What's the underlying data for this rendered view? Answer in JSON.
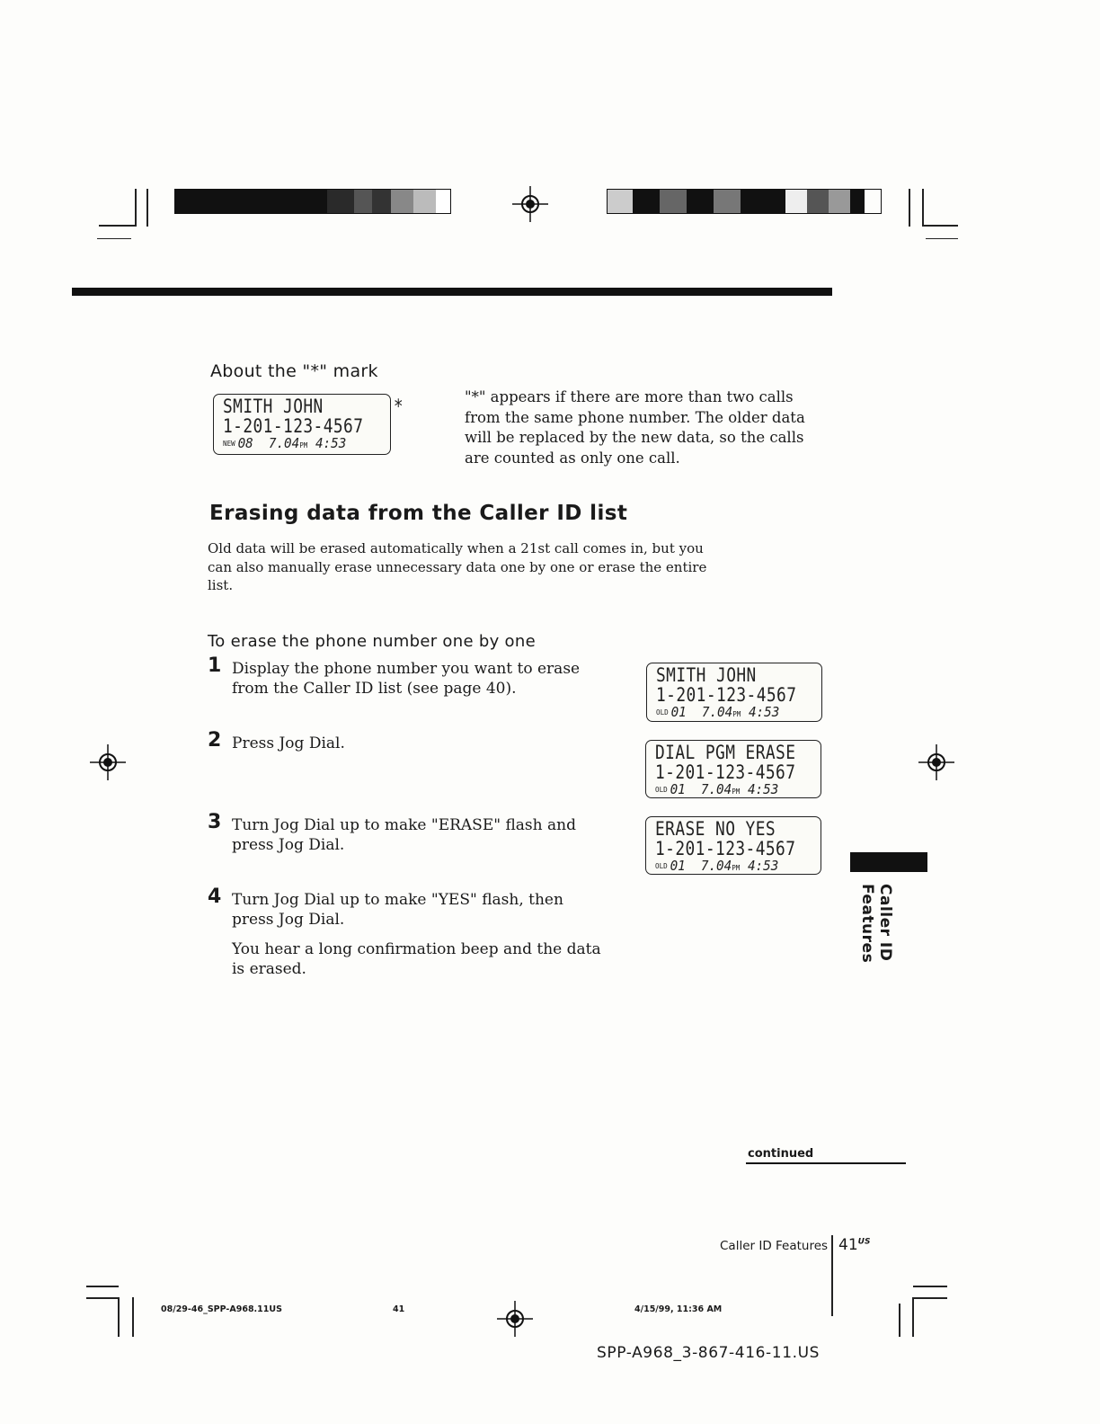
{
  "about": {
    "heading": "About the \"*\" mark",
    "lcd": {
      "line1": "SMITH JOHN       *",
      "line2": "1-201-123-4567",
      "tag": "NEW",
      "line3_prefix": "08  7.04",
      "pm": "PM",
      "line3_time": "4:53"
    },
    "text": "\"*\" appears if there are more than two calls from the same phone number. The older data will be replaced by the new data, so the calls are counted as only one call."
  },
  "section": {
    "title": "Erasing data from the Caller ID list",
    "intro": "Old data will be erased automatically when a 21st call comes in, but you can also manually erase unnecessary data one by one or erase the entire list."
  },
  "procedure": {
    "heading": "To erase the phone number one by one",
    "steps": [
      {
        "num": "1",
        "text": "Display the phone number you want to erase from the Caller ID list (see page 40)."
      },
      {
        "num": "2",
        "text": "Press Jog Dial."
      },
      {
        "num": "3",
        "text": "Turn Jog Dial up to make \"ERASE\" flash and press Jog Dial."
      },
      {
        "num": "4",
        "text": "Turn Jog Dial up to make \"YES\" flash, then press Jog Dial.",
        "note": "You hear a long confirmation beep and the data is erased."
      }
    ]
  },
  "displays": [
    {
      "line1": "SMITH JOHN",
      "line2": "1-201-123-4567",
      "tag": "OLD",
      "line3_prefix": "01  7.04",
      "pm": "PM",
      "line3_time": "4:53"
    },
    {
      "line1": "DIAL PGM ERASE",
      "line2": "1-201-123-4567",
      "tag": "OLD",
      "line3_prefix": "01  7.04",
      "pm": "PM",
      "line3_time": "4:53"
    },
    {
      "line1": "ERASE NO YES",
      "line2": "1-201-123-4567",
      "tag": "OLD",
      "line3_prefix": "01  7.04",
      "pm": "PM",
      "line3_time": "4:53"
    }
  ],
  "side_tab_label": "Caller ID Features",
  "continued": "continued",
  "footer": {
    "section": "Caller ID Features",
    "page": "41",
    "page_suffix": "US",
    "file": "08/29-46_SPP-A968.11US",
    "file_page": "41",
    "date": "4/15/99, 11:36 AM",
    "doc_code": "SPP-A968_3-867-416-11.US"
  }
}
